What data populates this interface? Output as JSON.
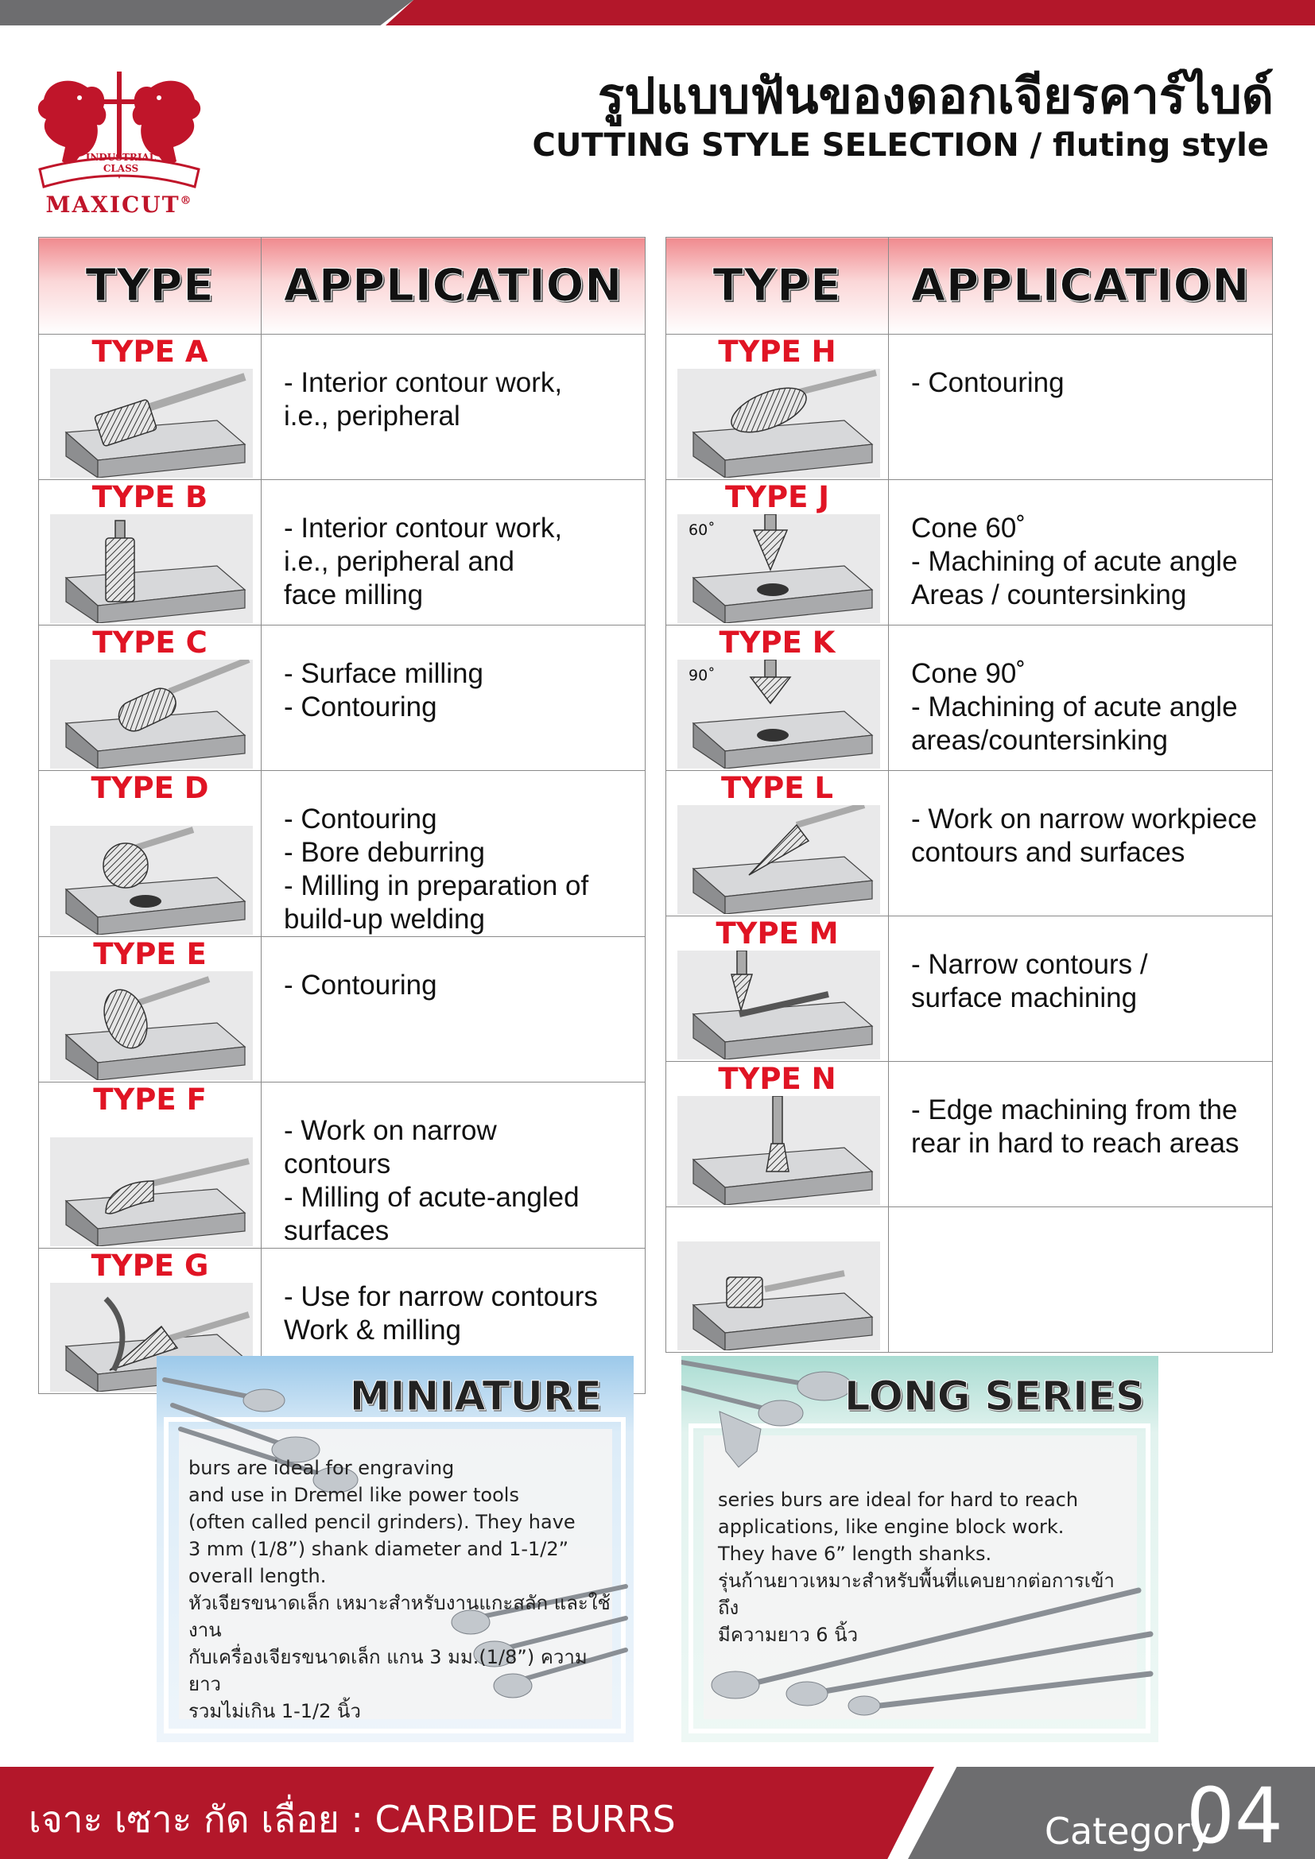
{
  "brand": {
    "name": "MAXICUT",
    "badge": "INDUSTRIAL\nCLASS",
    "reg": "®"
  },
  "title": {
    "thai": "รูปแบบฟันของดอกเจียรคาร์ไบด์",
    "english": "CUTTING STYLE SELECTION  / fluting style"
  },
  "table_headers": {
    "type": "TYPE",
    "application": "APPLICATION"
  },
  "left_rows": [
    {
      "type": "TYPE A",
      "application": "- Interior contour work,\n   i.e., peripheral",
      "illus": "cylinder-burr"
    },
    {
      "type": "TYPE B",
      "application": "- Interior contour work,\n   i.e., peripheral and\n   face milling",
      "illus": "cylinder-end-burr"
    },
    {
      "type": "TYPE C",
      "application": "- Surface milling\n- Contouring",
      "illus": "ball-nose-cylinder-burr"
    },
    {
      "type": "TYPE D",
      "application": "- Contouring\n- Bore deburring\n- Milling in preparation of\n   build-up welding",
      "illus": "ball-burr"
    },
    {
      "type": "TYPE E",
      "application": "- Contouring",
      "illus": "oval-burr"
    },
    {
      "type": "TYPE F",
      "application": "- Work on narrow\n   contours\n- Milling of acute-angled\n   surfaces",
      "illus": "tree-radius-burr"
    },
    {
      "type": "TYPE G",
      "application": "- Use for narrow contours\n   Work & milling",
      "illus": "pointed-tree-burr"
    }
  ],
  "right_rows": [
    {
      "type": "TYPE H",
      "application": "- Contouring",
      "illus": "flame-burr",
      "angle": ""
    },
    {
      "type": "TYPE J",
      "application": "   Cone 60˚\n- Machining of acute angle\n   Areas / countersinking",
      "illus": "cone-60-burr",
      "angle": "60˚"
    },
    {
      "type": "TYPE K",
      "application": "   Cone 90˚\n- Machining of acute angle\n   areas/countersinking",
      "illus": "cone-90-burr",
      "angle": "90˚"
    },
    {
      "type": "TYPE L",
      "application": "- Work on narrow workpiece\n   contours and surfaces",
      "illus": "taper-radius-burr",
      "angle": ""
    },
    {
      "type": "TYPE M",
      "application": "- Narrow contours /\n   surface machining",
      "illus": "taper-pointed-burr",
      "angle": ""
    },
    {
      "type": "TYPE N",
      "application": "- Edge machining from the\n   rear in hard to reach areas",
      "illus": "inverted-cone-burr",
      "angle": ""
    },
    {
      "type": "",
      "application": "",
      "illus": "cylinder-side-burr",
      "angle": ""
    }
  ],
  "miniature": {
    "heading": "MINIATURE",
    "text": "burs are ideal for engraving\nand use in Dremel like power tools\n(often called pencil grinders). They have\n3 mm (1/8”) shank diameter and 1-1/2”\noverall length.\nหัวเจียรขนาดเล็ก เหมาะสำหรับงานแกะสลัก และใช้งาน\nกับเครื่องเจียรขนาดเล็ก แกน 3 มม.(1/8”) ความยาว\nรวมไม่เกิน 1-1/2 นิ้ว"
  },
  "long_series": {
    "heading": "LONG SERIES",
    "text": "series burs are ideal for hard to reach\napplications, like engine block work.\nThey have 6” length shanks.\nรุ่นก้านยาวเหมาะสำหรับพื้นที่แคบยากต่อการเข้าถึง\nมีความยาว 6 นิ้ว"
  },
  "footer": {
    "text": "เจาะ เซาะ กัด เลื่อย : CARBIDE BURRS",
    "category_label": "Category",
    "category_number": "04"
  },
  "colors": {
    "red": "#b3172a",
    "type_red": "#e01424",
    "grey": "#6d6d6f"
  }
}
